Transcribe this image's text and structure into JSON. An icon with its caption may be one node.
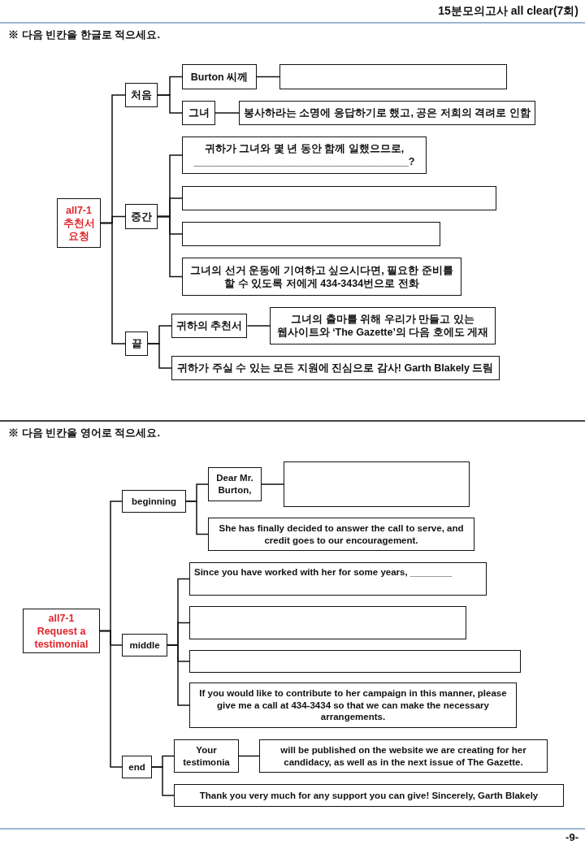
{
  "diagram": {
    "title": "15분모의고사 all clear(7회)",
    "nodes": [
      {
        "text": [
          "all7-1 추천서 요청"
        ]
      },
      {
        "text": [
          "처음"
        ]
      },
      {
        "text": [
          "Burton 씨께"
        ]
      },
      {
        "text": [],
        "shape": "box"
      },
      {
        "text": [
          "그녀"
        ]
      },
      {
        "text": [
          "봉사하라는 소명에 응답하기로 했고, 공은 저희의 격려로 인함"
        ]
      },
      {
        "text": [
          "중간"
        ]
      },
      {
        "text": [
          "귀하가 그녀와 몇 년 동안 함께 일했으므로, ______________________________________?"
        ]
      },
      {
        "text": [],
        "shape": "box"
      },
      {
        "text": [],
        "shape": "box"
      },
      {
        "text": [
          "그녀의 선거 운동에 기여하고 싶으시다면, 필요한 준비를 할 수 있도록 저에게 434-3434번으로 전화"
        ]
      },
      {
        "text": [
          "끝"
        ]
      },
      {
        "text": [
          "귀하의 추천서"
        ]
      },
      {
        "text": [
          "그녀의 출마를 위해 우리가 만들고 있는 웹사이트와 ‘The Gazette’의 다음 호에도 게재"
        ]
      },
      {
        "text": [
          "귀하가 주실 수 있는 모든 지원에 진심으로 감사! Garth Blakely 드림"
        ]
      },
      {
        "text": [
          "all7-1 Request a testimonial"
        ]
      },
      {
        "text": [
          "beginning"
        ]
      },
      {
        "text": [
          "Dear Mr. Burton,"
        ]
      },
      {
        "text": [],
        "shape": "box"
      },
      {
        "text": [
          "She has finally decided to answer the call to serve, and credit goes to our encouragement."
        ]
      },
      {
        "text": [
          "middle"
        ]
      },
      {
        "text": [
          "Since you have worked with her for some years, ________"
        ]
      },
      {
        "text": [],
        "shape": "box"
      },
      {
        "text": [],
        "shape": "box"
      },
      {
        "text": [
          "If you would like to contribute to her campaign in this manner, please give me a call at 434-3434 so that we can make the necessary arrangements."
        ]
      },
      {
        "text": [
          "end"
        ]
      },
      {
        "text": [
          "Your testimonia"
        ]
      },
      {
        "text": [
          "will be published on the website we are creating for her candidacy, as well as in the next issue of The Gazette."
        ]
      },
      {
        "text": [
          "Thank you very much for any support you can give! Sincerely, Garth Blakely"
        ]
      }
    ],
    "edges": [
      {
        "from": 0,
        "to": 1,
        "arrow": "none"
      },
      {
        "from": 0,
        "to": 6,
        "arrow": "none"
      },
      {
        "from": 0,
        "to": 11,
        "arrow": "none"
      },
      {
        "from": 1,
        "to": 2,
        "arrow": "none"
      },
      {
        "from": 1,
        "to": 4,
        "arrow": "none"
      },
      {
        "from": 2,
        "to": 3,
        "arrow": "none"
      },
      {
        "from": 4,
        "to": 5,
        "arrow": "none"
      },
      {
        "from": 6,
        "to": 7,
        "arrow": "none"
      },
      {
        "from": 6,
        "to": 8,
        "arrow": "none"
      },
      {
        "from": 6,
        "to": 9,
        "arrow": "none"
      },
      {
        "from": 6,
        "to": 10,
        "arrow": "none"
      },
      {
        "from": 11,
        "to": 12,
        "arrow": "none"
      },
      {
        "from": 11,
        "to": 14,
        "arrow": "none"
      },
      {
        "from": 12,
        "to": 13,
        "arrow": "none"
      },
      {
        "from": 15,
        "to": 16,
        "arrow": "none"
      },
      {
        "from": 15,
        "to": 20,
        "arrow": "none"
      },
      {
        "from": 15,
        "to": 25,
        "arrow": "none"
      },
      {
        "from": 16,
        "to": 17,
        "arrow": "none"
      },
      {
        "from": 16,
        "to": 19,
        "arrow": "none"
      },
      {
        "from": 17,
        "to": 18,
        "arrow": "none"
      },
      {
        "from": 20,
        "to": 21,
        "arrow": "none"
      },
      {
        "from": 20,
        "to": 22,
        "arrow": "none"
      },
      {
        "from": 20,
        "to": 23,
        "arrow": "none"
      },
      {
        "from": 20,
        "to": 24,
        "arrow": "none"
      },
      {
        "from": 25,
        "to": 26,
        "arrow": "none"
      },
      {
        "from": 25,
        "to": 28,
        "arrow": "none"
      },
      {
        "from": 26,
        "to": 27,
        "arrow": "none"
      }
    ],
    "labels": [
      "※ 다음 빈칸을 한글로 적으세요.",
      "※ 다음 빈칸을 영어로 적으세요.",
      "-9-"
    ]
  }
}
